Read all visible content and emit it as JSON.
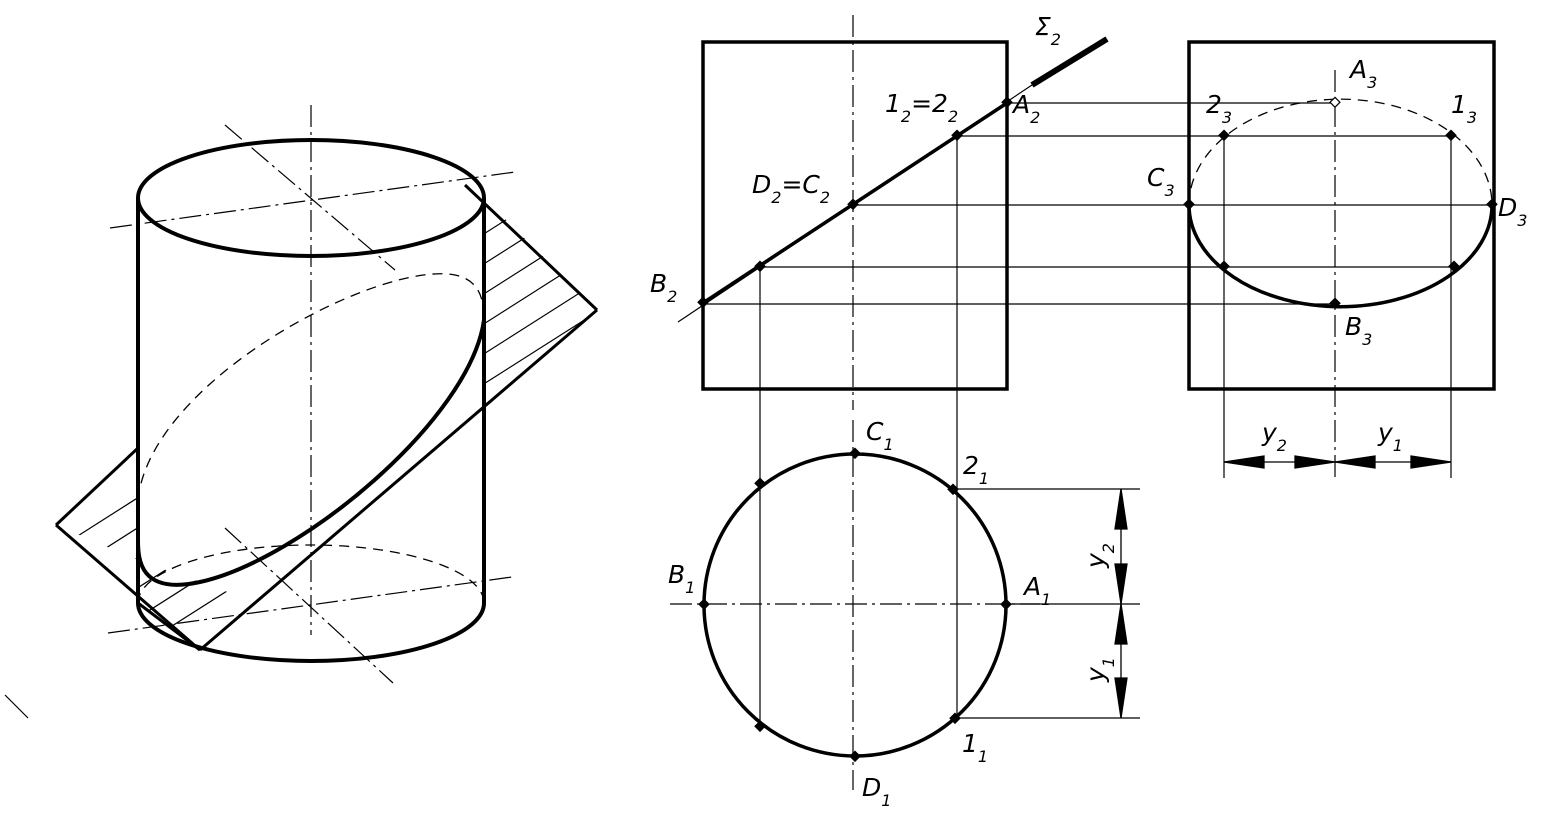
{
  "views": {
    "front": {
      "plane": {
        "main": "Σ",
        "sub": "2"
      },
      "A": {
        "main": "A",
        "sub": "2"
      },
      "B": {
        "main": "B",
        "sub": "2"
      },
      "p1": {
        "main": "1",
        "sub": "2"
      },
      "eq1": "=",
      "p2": {
        "main": "2",
        "sub": "2"
      },
      "D": {
        "main": "D",
        "sub": "2"
      },
      "eq2": "=",
      "C": {
        "main": "C",
        "sub": "2"
      }
    },
    "side": {
      "A": {
        "main": "A",
        "sub": "3"
      },
      "p2": {
        "main": "2",
        "sub": "3"
      },
      "p1": {
        "main": "1",
        "sub": "3"
      },
      "C": {
        "main": "C",
        "sub": "3"
      },
      "D": {
        "main": "D",
        "sub": "3"
      },
      "B": {
        "main": "B",
        "sub": "3"
      },
      "y2": {
        "main": "y",
        "sub": "2"
      },
      "y1": {
        "main": "y",
        "sub": "1"
      }
    },
    "top": {
      "C": {
        "main": "C",
        "sub": "1"
      },
      "p2": {
        "main": "2",
        "sub": "1"
      },
      "B": {
        "main": "B",
        "sub": "1"
      },
      "A": {
        "main": "A",
        "sub": "1"
      },
      "p1": {
        "main": "1",
        "sub": "1"
      },
      "D": {
        "main": "D",
        "sub": "1"
      },
      "y2": {
        "main": "y",
        "sub": "2"
      },
      "y1": {
        "main": "y",
        "sub": "1"
      }
    }
  }
}
